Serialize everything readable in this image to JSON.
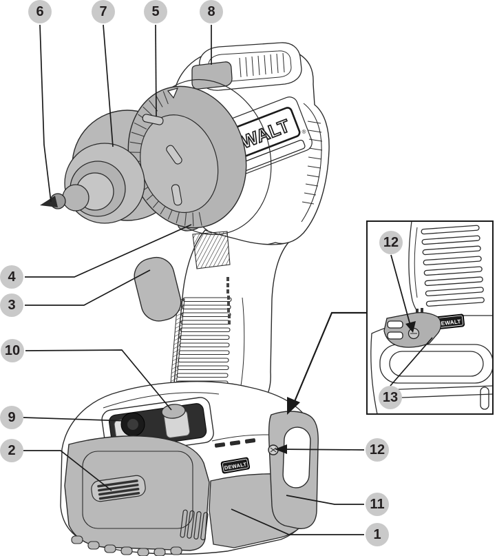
{
  "document": {
    "type": "parts-diagram",
    "subject": "cordless drill/driver exploded-view style illustration with numbered callouts and close-up inset"
  },
  "brand": {
    "name": "DEWALT",
    "registered_mark": "®"
  },
  "callouts": {
    "c1": {
      "label": "1"
    },
    "c2": {
      "label": "2"
    },
    "c3": {
      "label": "3"
    },
    "c4": {
      "label": "4"
    },
    "c5": {
      "label": "5"
    },
    "c6": {
      "label": "6"
    },
    "c7": {
      "label": "7"
    },
    "c8": {
      "label": "8"
    },
    "c9": {
      "label": "9"
    },
    "c10": {
      "label": "10"
    },
    "c11": {
      "label": "11"
    },
    "c12_main": {
      "label": "12"
    },
    "c12_inset": {
      "label": "12"
    },
    "c13": {
      "label": "13"
    }
  },
  "colors": {
    "background": "#ffffff",
    "line_art": "#2a2a2a",
    "leader_line": "#1a1a1a",
    "callout_fill": "#c9c9c9",
    "callout_text": "#231f20",
    "part_shading": "#b9b9b9",
    "inset_border": "#1a1a1a"
  }
}
